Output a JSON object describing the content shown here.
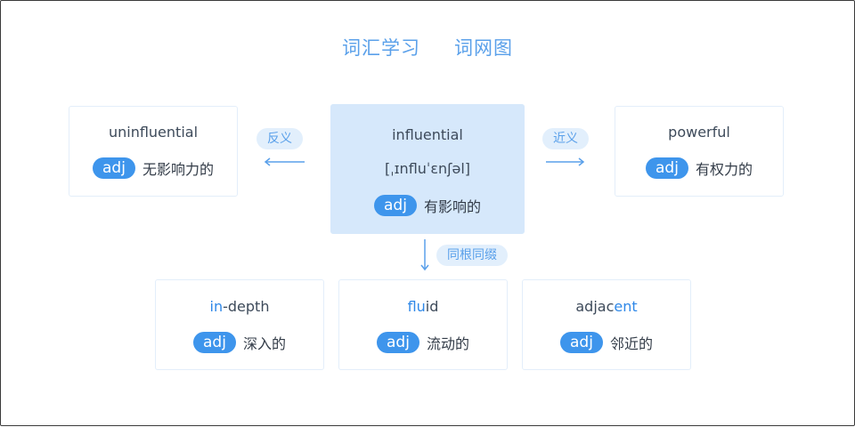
{
  "header": {
    "left": "词汇学习",
    "right": "词网图"
  },
  "center": {
    "word": "influential",
    "phonetic": "[ˌɪnfluˈɛnʃəl]",
    "pos": "adj",
    "meaning": "有影响的"
  },
  "antonym": {
    "label": "反义",
    "word": "uninfluential",
    "pos": "adj",
    "meaning": "无影响力的"
  },
  "synonym": {
    "label": "近义",
    "word": "powerful",
    "pos": "adj",
    "meaning": "有权力的"
  },
  "cognate": {
    "label": "同根同缀"
  },
  "related": [
    {
      "word_pre": "in",
      "word_post": "-depth",
      "pos": "adj",
      "meaning": "深入的"
    },
    {
      "word_pre": "flu",
      "word_post": "id",
      "pos": "adj",
      "meaning": "流动的"
    },
    {
      "word_pre": "adjac",
      "word_hl": "ent",
      "pos": "adj",
      "meaning": "邻近的"
    }
  ],
  "colors": {
    "accent": "#3e95ec",
    "center_bg": "#d6e8fb",
    "pill_bg": "#e2effc",
    "header": "#5aa0ea"
  }
}
